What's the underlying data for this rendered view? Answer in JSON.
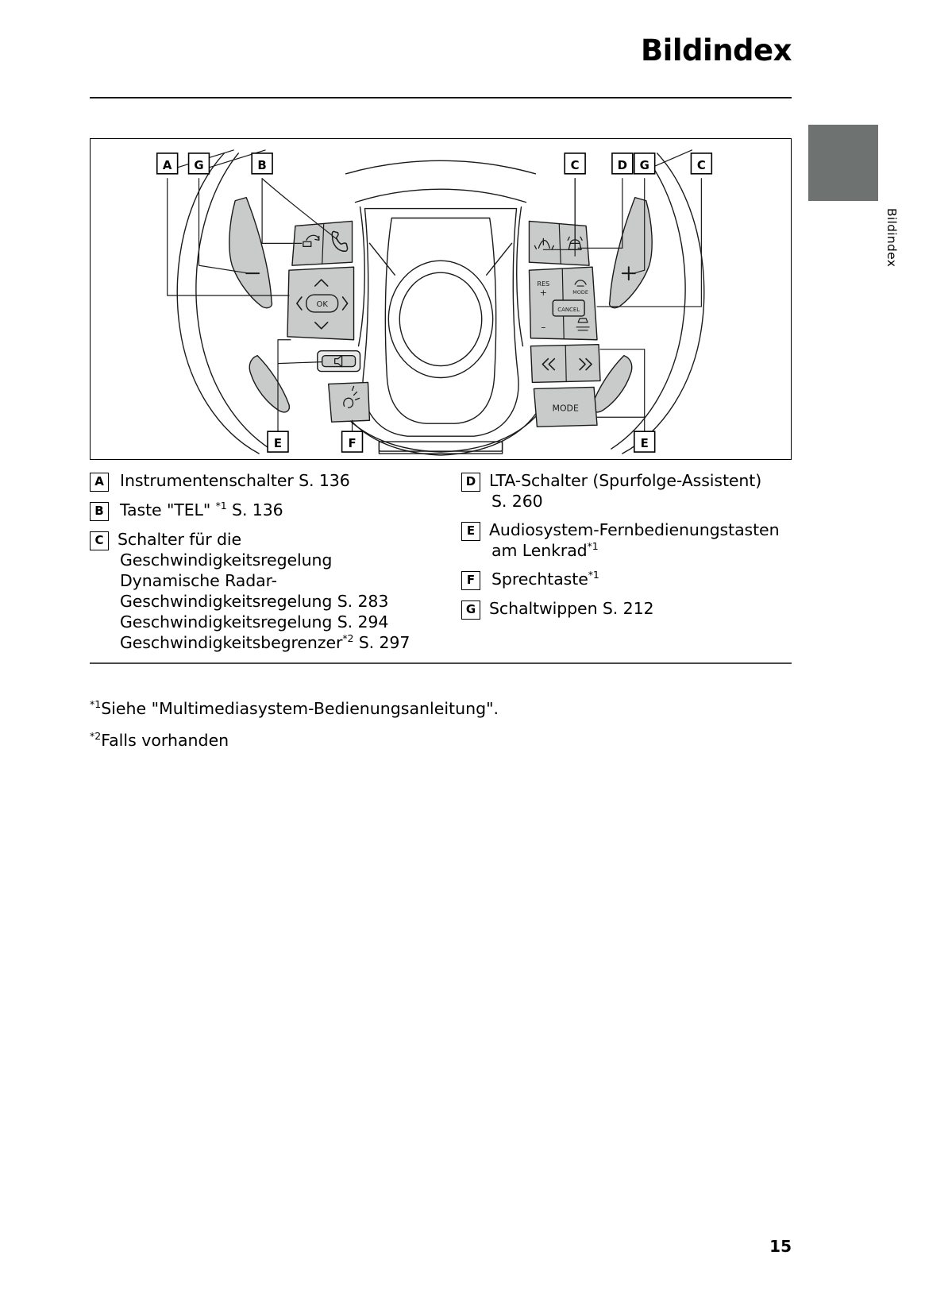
{
  "header": {
    "title": "Bildindex",
    "side_tab_label": "Bildindex"
  },
  "figure": {
    "name": "steering-wheel-controls-diagram",
    "callout_tags_top": [
      "A",
      "G",
      "B",
      "C",
      "D",
      "G",
      "C"
    ],
    "callout_tags_bottom": [
      "E",
      "F",
      "E"
    ],
    "button_labels": {
      "ok": "OK",
      "res": "RES",
      "plus_small": "+",
      "minus_small": "-",
      "mode_small": "MODE",
      "cancel": "CANCEL",
      "mode": "MODE",
      "paddle_minus": "-",
      "paddle_plus": "+"
    }
  },
  "legend": {
    "left": [
      {
        "tag": "A",
        "lines": [
          "Instrumentenschalter S. 136"
        ]
      },
      {
        "tag": "B",
        "lines": [
          "Taste \"TEL\" *1 S. 136"
        ],
        "line_parts": [
          [
            {
              "t": "Taste \"TEL\" "
            },
            {
              "sup": "*1"
            },
            {
              "t": " S. 136"
            }
          ]
        ]
      },
      {
        "tag": "C",
        "lines": [
          "Schalter für die",
          "Geschwindigkeitsregelung",
          "Dynamische Radar-",
          "Geschwindigkeitsregelung S. 283",
          "Geschwindigkeitsregelung S. 294",
          "Geschwindigkeitsbegrenzer*2 S. 297"
        ]
      }
    ],
    "right": [
      {
        "tag": "D",
        "lines": [
          "LTA-Schalter (Spurfolge-Assistent)",
          "S. 260"
        ]
      },
      {
        "tag": "E",
        "lines": [
          "Audiosystem-Fernbedienungstasten",
          "am Lenkrad*1"
        ]
      },
      {
        "tag": "F",
        "lines": [
          "Sprechtaste*1"
        ]
      },
      {
        "tag": "G",
        "lines": [
          "Schaltwippen S. 212"
        ]
      }
    ]
  },
  "footnotes": [
    {
      "marker": "*1",
      "text": "Siehe \"Multimediasystem-Bedienungsanleitung\"."
    },
    {
      "marker": "*2",
      "text": "Falls vorhanden"
    }
  ],
  "page_number": "15",
  "colors": {
    "text": "#000000",
    "rule": "#1a1a1a",
    "tab_gray": "#6e7270",
    "button_fill": "#c9cbca",
    "line": "#1a1a1a"
  }
}
